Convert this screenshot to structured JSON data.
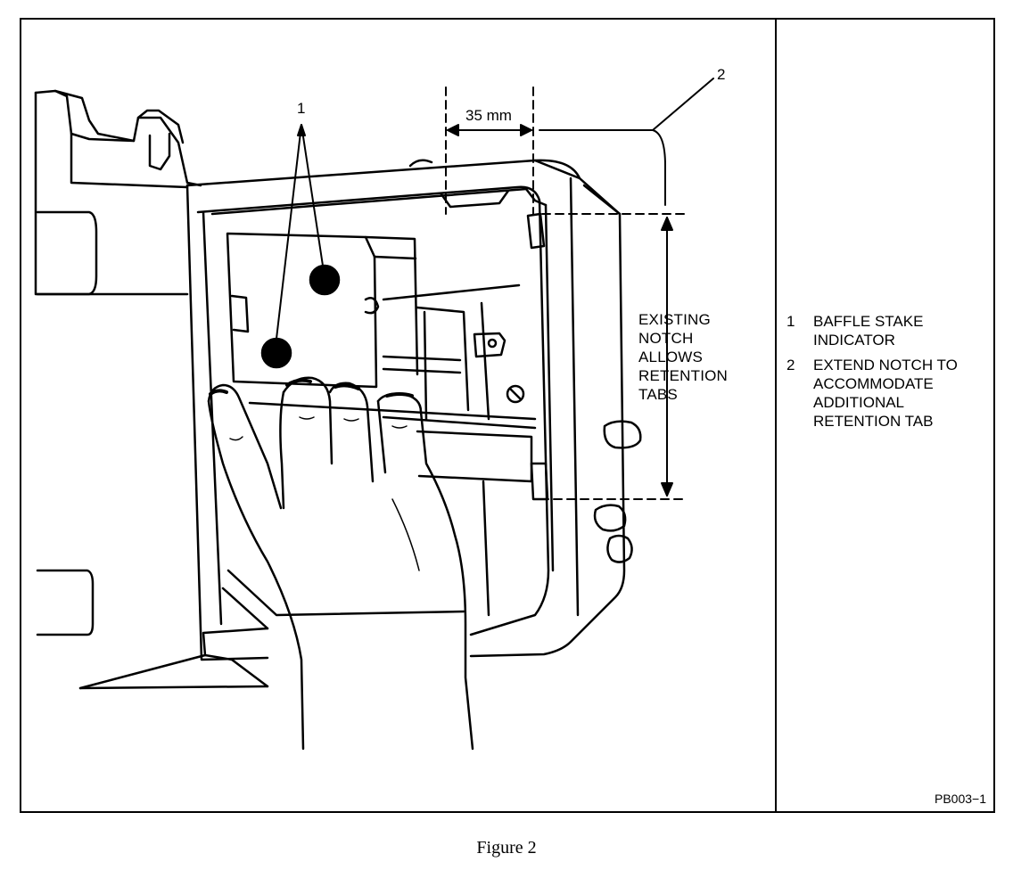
{
  "figure": {
    "caption": "Figure 2",
    "id": "PB003−1",
    "dimension_label": "35 mm",
    "callout_text": [
      "EXISTING",
      "NOTCH",
      "ALLOWS",
      "RETENTION",
      "TABS"
    ],
    "ref_label_1": "1",
    "ref_label_2": "2"
  },
  "legend": [
    {
      "number": "1",
      "lines": [
        "BAFFLE STAKE",
        "INDICATOR"
      ]
    },
    {
      "number": "2",
      "lines": [
        "EXTEND NOTCH TO",
        "ACCOMMODATE",
        "ADDITIONAL",
        "RETENTION TAB"
      ]
    }
  ]
}
